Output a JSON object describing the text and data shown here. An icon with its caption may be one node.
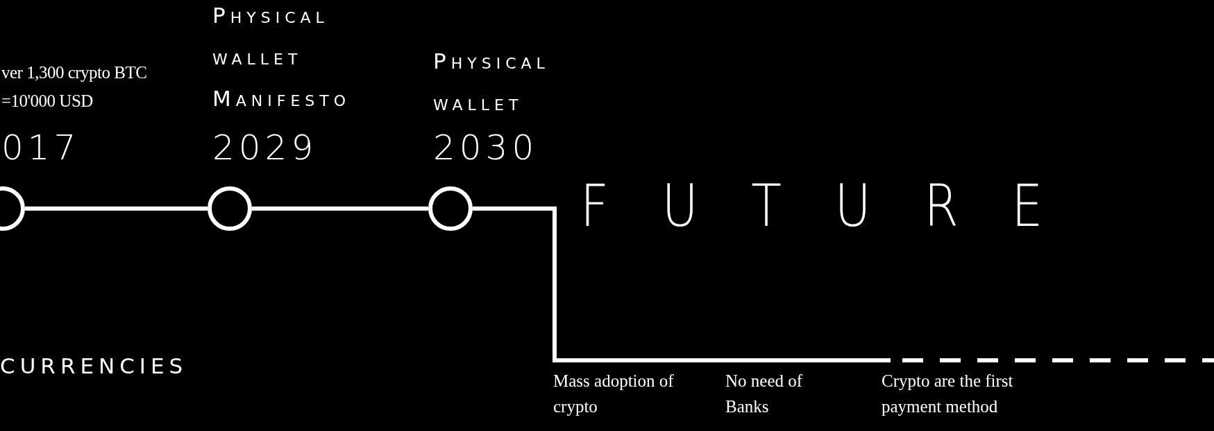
{
  "diagram": {
    "nodes": [
      {
        "text": [],
        "shape": "circle",
        "beside": [
          "ver 1,300 crypto BTC =10'000 USD",
          "017"
        ]
      },
      {
        "text": [],
        "shape": "circle",
        "beside": [
          "Physical wallet Manifesto",
          "2029"
        ]
      },
      {
        "text": [],
        "shape": "circle",
        "beside": [
          "Physical wallet",
          "2030"
        ]
      }
    ],
    "edges": [
      {
        "from": 0,
        "to": 1,
        "arrow": "none"
      },
      {
        "from": 1,
        "to": 2,
        "arrow": "none"
      },
      {
        "from": 2,
        "to": null,
        "arrow": "none"
      }
    ],
    "labels": [
      "FUTURE",
      "CURRENCIES",
      "Mass adoption of crypto",
      "No need of Banks",
      "Crypto are the first payment method"
    ]
  }
}
